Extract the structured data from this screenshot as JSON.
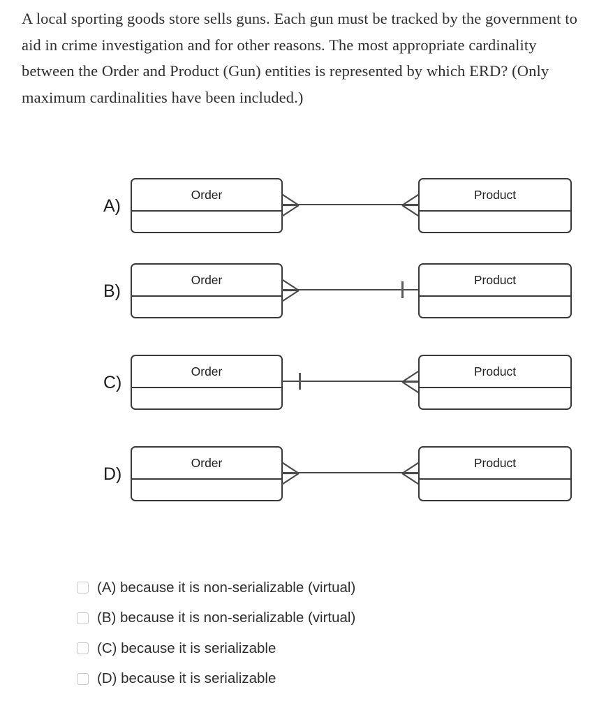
{
  "question": {
    "text": "A local sporting goods store sells guns. Each gun must be tracked by the government to aid in crime investigation and for other reasons. The most appropriate cardinality between the Order and Product (Gun) entities is represented by which ERD? (Only maximum cardinalities have been included.)"
  },
  "diagrams": [
    {
      "letter": "A)",
      "left_entity": "Order",
      "right_entity": "Product",
      "left_cardinality": "many",
      "right_cardinality": "many"
    },
    {
      "letter": "B)",
      "left_entity": "Order",
      "right_entity": "Product",
      "left_cardinality": "many",
      "right_cardinality": "one"
    },
    {
      "letter": "C)",
      "left_entity": "Order",
      "right_entity": "Product",
      "left_cardinality": "one",
      "right_cardinality": "many"
    },
    {
      "letter": "D)",
      "left_entity": "Order",
      "right_entity": "Product",
      "left_cardinality": "many",
      "right_cardinality": "many"
    }
  ],
  "answers": [
    {
      "label": "(A) because it is non-serializable (virtual)",
      "checked": false
    },
    {
      "label": "(B) because it is non-serializable (virtual)",
      "checked": false
    },
    {
      "label": "(C) because it is serializable",
      "checked": false
    },
    {
      "label": "(D) because it is serializable",
      "checked": false
    }
  ],
  "colors": {
    "background": "#ffffff",
    "entity_stroke": "#3a3a3a",
    "connector_stroke": "#4a4a4a",
    "text": "#2f2f2f",
    "checkbox_border": "#c8c8c8"
  }
}
